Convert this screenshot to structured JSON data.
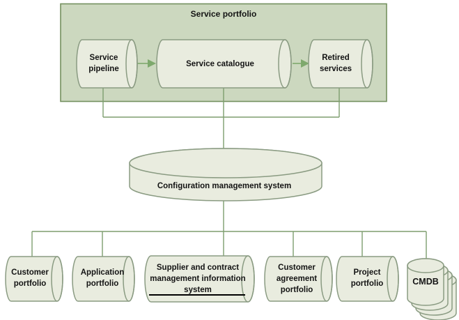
{
  "diagram": {
    "type": "service-portfolio-structure",
    "colors": {
      "background": "#ffffff",
      "portfolio_box_fill": "#ccd8bf",
      "portfolio_box_border": "#74915f",
      "cylinder_fill": "#e9ecdf",
      "cylinder_border": "#8a9b82",
      "connector_line": "#7e9e6f",
      "arrow": "#7ea96d",
      "text": "#141414",
      "underline": "#000000"
    },
    "portfolio_box": {
      "title": "Service portfolio",
      "nodes": {
        "service_pipeline": {
          "lines": [
            "Service",
            "pipeline"
          ]
        },
        "service_catalogue": {
          "lines": [
            "Service catalogue"
          ]
        },
        "retired_services": {
          "lines": [
            "Retired",
            "services"
          ]
        }
      },
      "arrows": [
        {
          "from": "Service pipeline",
          "to": "Service catalogue"
        },
        {
          "from": "Service catalogue",
          "to": "Retired services"
        }
      ]
    },
    "cms": {
      "label": "Configuration management system"
    },
    "bottom_row": {
      "customer_portfolio": {
        "lines": [
          "Customer",
          "portfolio"
        ]
      },
      "application_portfolio": {
        "lines": [
          "Application",
          "portfolio"
        ]
      },
      "supplier_contract": {
        "lines": [
          "Supplier and contract",
          "management information",
          "system"
        ],
        "underlined": true
      },
      "customer_agreement": {
        "lines": [
          "Customer",
          "agreement",
          "portfolio"
        ]
      },
      "project_portfolio": {
        "lines": [
          "Project",
          "portfolio"
        ]
      },
      "cmdb": {
        "label": "CMDB",
        "stack_count": 4
      }
    }
  }
}
